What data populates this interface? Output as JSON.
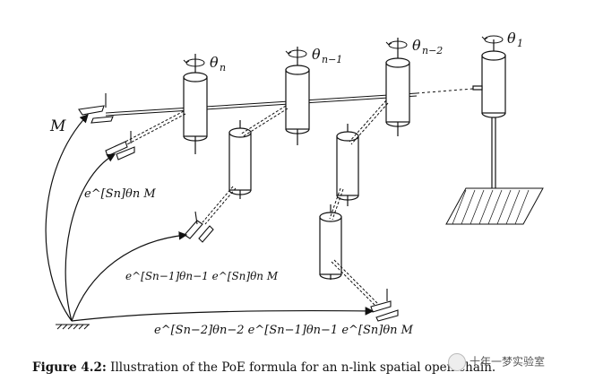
{
  "figure": {
    "labels": {
      "theta_n": "θ",
      "theta_n_sub": "n",
      "theta_n1": "θ",
      "theta_n1_sub": "n−1",
      "theta_n2": "θ",
      "theta_n2_sub": "n−2",
      "theta_1": "θ",
      "theta_1_sub": "1",
      "M": "M",
      "eq1": "e^[Sn]θn M",
      "eq2": "e^[Sn−1]θn−1 e^[Sn]θn M",
      "eq3": "e^[Sn−2]θn−2 e^[Sn−1]θn−1 e^[Sn]θn M"
    }
  },
  "caption": {
    "bold": "Figure 4.2:",
    "text": " Illustration of the PoE formula for an n-link spatial open chain."
  },
  "watermark": {
    "text": "十年一梦实验室"
  }
}
